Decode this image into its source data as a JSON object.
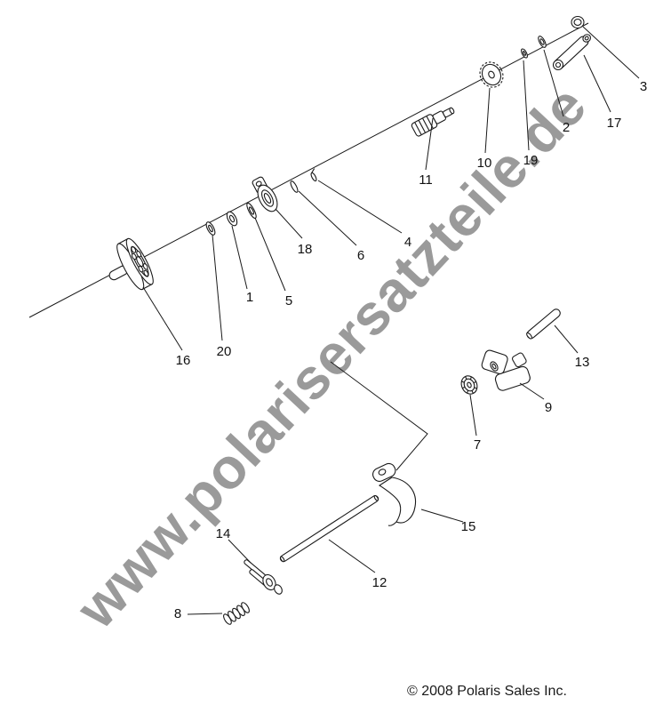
{
  "page": {
    "background": "#ffffff"
  },
  "watermark": {
    "text": "www.polarisersatzteile.de",
    "color": "#9a9a9a"
  },
  "footer": {
    "copyright": "© 2008 Polaris Sales Inc."
  },
  "diagram": {
    "type": "exploded-parts-diagram",
    "line_color": "#1a1a1a",
    "part_labels": [
      "1",
      "2",
      "3",
      "4",
      "5",
      "6",
      "7",
      "8",
      "9",
      "10",
      "11",
      "12",
      "13",
      "14",
      "15",
      "16",
      "17",
      "18",
      "19",
      "20"
    ]
  }
}
